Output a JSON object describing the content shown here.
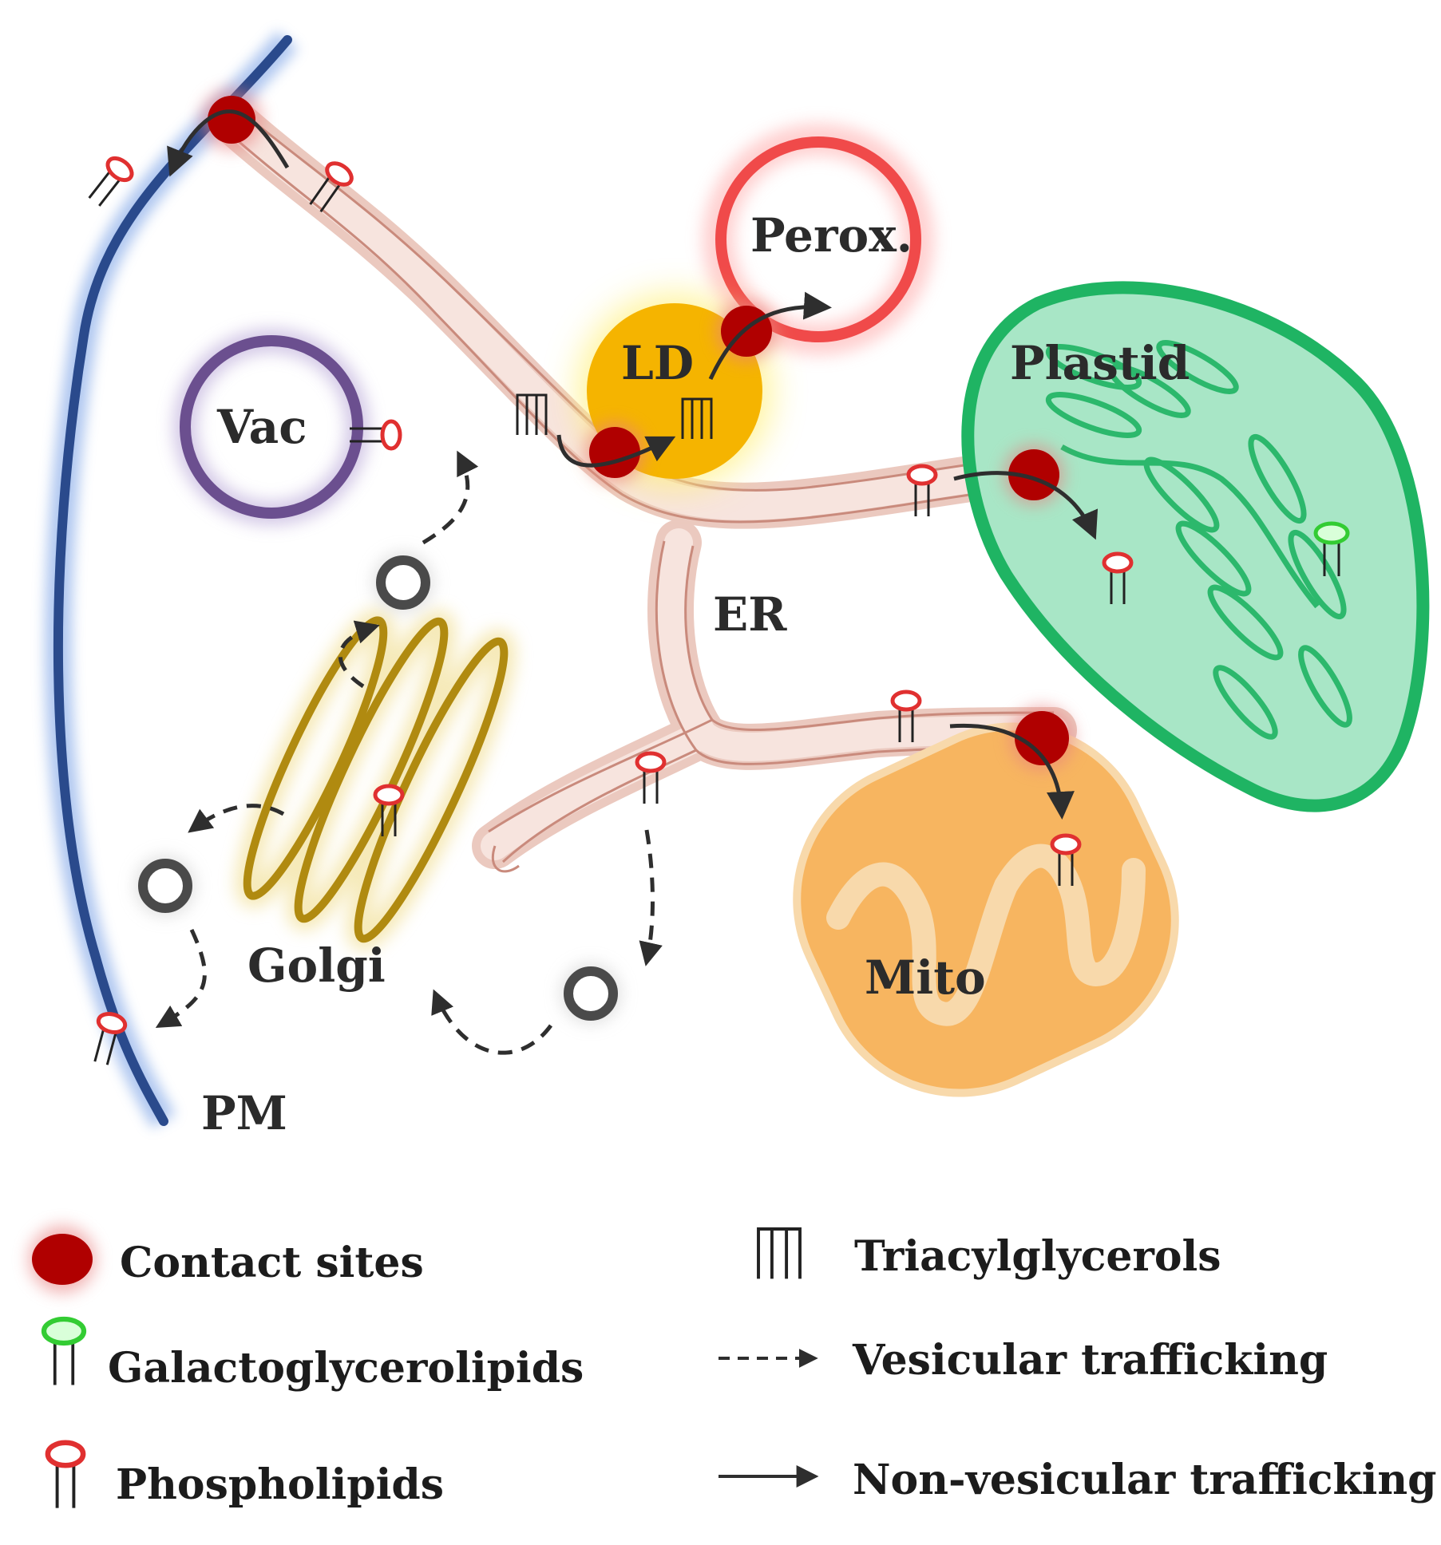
{
  "organelles": {
    "perox": "Perox.",
    "ld": "LD",
    "plastid": "Plastid",
    "vac": "Vac",
    "er": "ER",
    "golgi": "Golgi",
    "mito": "Mito",
    "pm": "PM"
  },
  "legend": {
    "contact_sites": "Contact sites",
    "galactoglycerolipids": "Galactoglycerolipids",
    "phospholipids": "Phospholipids",
    "triacylglycerols": "Triacylglycerols",
    "vesicular": "Vesicular trafficking",
    "non_vesicular": "Non-vesicular trafficking"
  },
  "colors": {
    "pm": "#2a4a8c",
    "er": "#c98a7c",
    "contact_site": "#b00000",
    "ld": "#f5b400",
    "perox": "#f04a4a",
    "vac": "#6b4f8f",
    "plastid": "#1fb463",
    "mito": "#f7b560",
    "golgi": "#b08a10",
    "vesicle": "#4a4a4a",
    "phospholipid_head": "#e03030",
    "galactolipid_head": "#33cc33"
  }
}
